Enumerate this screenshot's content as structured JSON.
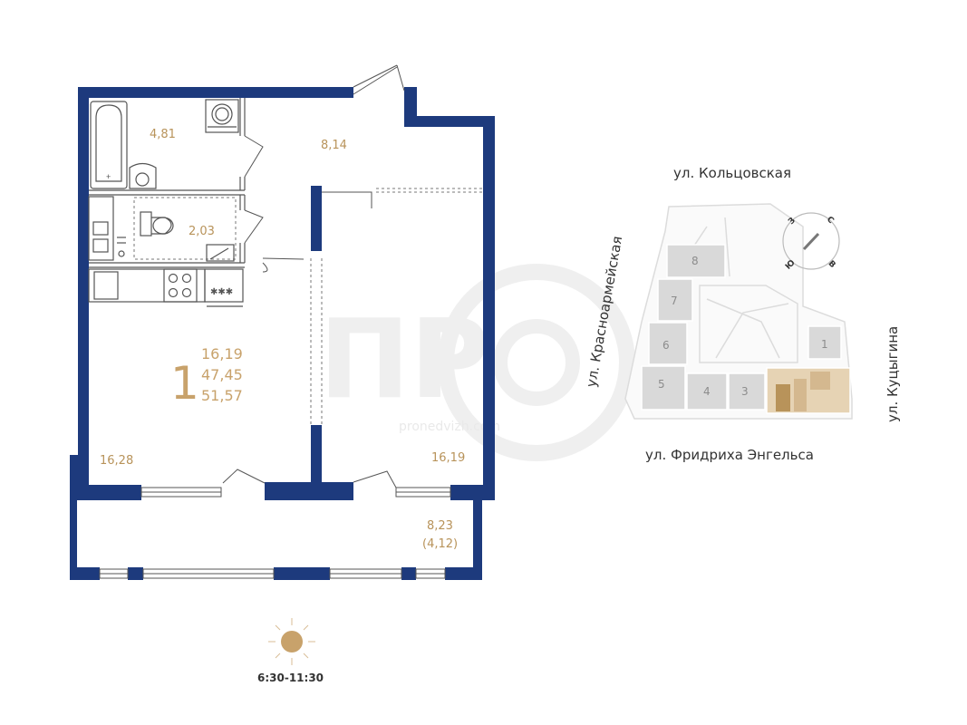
{
  "colors": {
    "wall": "#1d3a7d",
    "gold": "#c8a26b",
    "accent": "#b8935a",
    "line": "#555555",
    "light_wall": "#cccccc",
    "watermark": "#e8e8e8"
  },
  "apartment": {
    "rooms_count": "1",
    "living_area": "16,19",
    "total_area": "47,45",
    "area_with_balcony": "51,57"
  },
  "rooms": {
    "bathroom": "4,81",
    "hallway": "8,14",
    "wc": "2,03",
    "kitchen": "16,28",
    "living_room": "16,19",
    "balcony": "8,23",
    "balcony_reduced": "(4,12)"
  },
  "watermark": {
    "logo": "ПР",
    "site": "pronedvizh.com"
  },
  "site_plan": {
    "streets": {
      "top": "ул. Кольцовская",
      "left": "ул. Красноармейская",
      "right": "ул. Куцыгина",
      "bottom": "ул. Фридриха Энгельса"
    },
    "sections": [
      "1",
      "3",
      "4",
      "5",
      "6",
      "7",
      "8"
    ],
    "compass": {
      "north": "С",
      "south": "Ю",
      "east": "В",
      "west": "З"
    }
  },
  "sun": {
    "time": "6:30-11:30"
  }
}
